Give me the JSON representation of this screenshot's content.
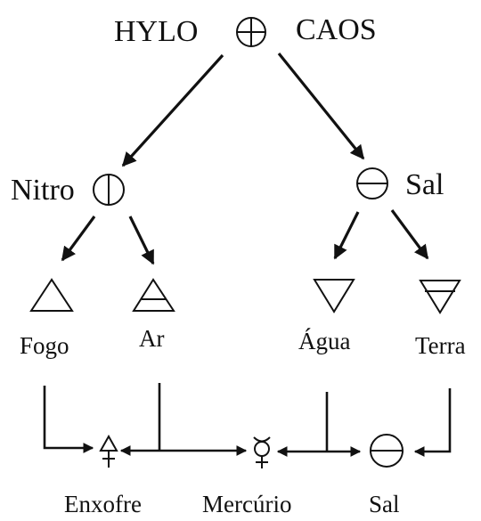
{
  "top": {
    "left_word": "HYLO",
    "right_word": "CAOS",
    "symbol": "circle-cross-icon"
  },
  "branches": {
    "left": {
      "label": "Nitro",
      "symbol": "circle-vertical-bar-icon"
    },
    "right": {
      "label": "Sal",
      "symbol": "circle-horizontal-bar-icon"
    }
  },
  "elements": [
    {
      "label": "Fogo",
      "symbol": "triangle-up-icon"
    },
    {
      "label": "Ar",
      "symbol": "triangle-up-bar-icon"
    },
    {
      "label": "Água",
      "symbol": "triangle-down-icon"
    },
    {
      "label": "Terra",
      "symbol": "triangle-down-bar-icon"
    }
  ],
  "principles": [
    {
      "label": "Enxofre",
      "symbol": "sulfur-icon"
    },
    {
      "label": "Mercúrio",
      "symbol": "mercury-icon"
    },
    {
      "label": "Sal",
      "symbol": "salt-circle-icon"
    }
  ]
}
